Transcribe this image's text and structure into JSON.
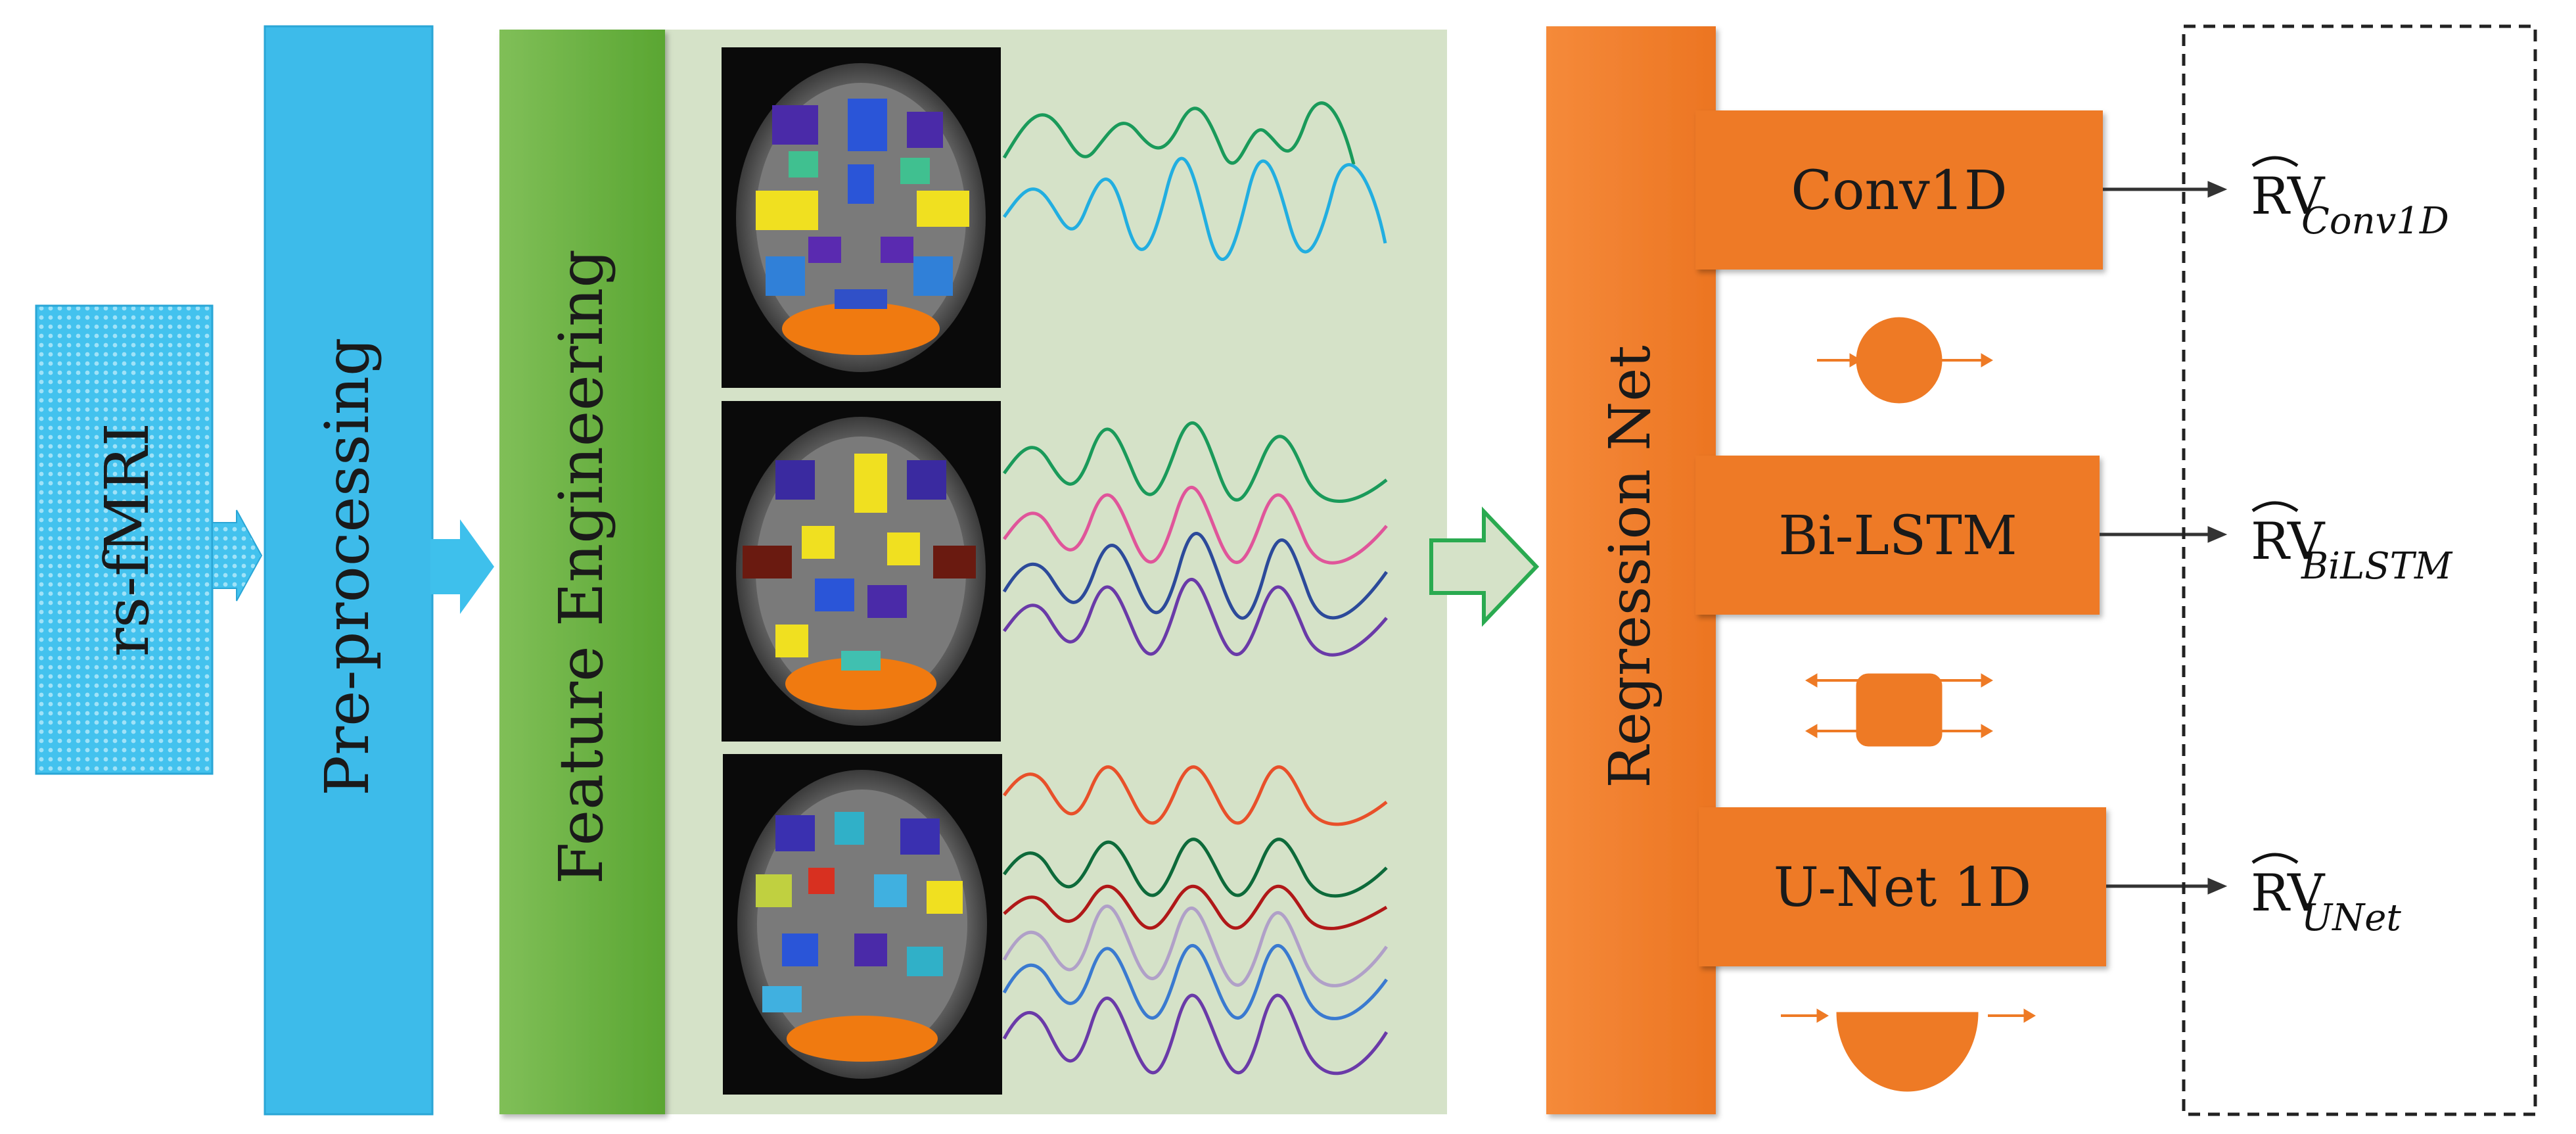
{
  "pipeline": {
    "input_label": "rs-fMRI",
    "preprocessing_label": "Pre-processing",
    "feature_label": "Feature Engineering",
    "regression_label": "Regression Net"
  },
  "models": [
    {
      "label": "Conv1D",
      "output_base": "RV",
      "output_sub": "Conv1D"
    },
    {
      "label": "Bi-LSTM",
      "output_base": "RV",
      "output_sub": "BiLSTM"
    },
    {
      "label": "U-Net 1D",
      "output_base": "RV",
      "output_sub": "UNet"
    }
  ],
  "colors": {
    "input_blue": "#3ec0ec",
    "preprocess_blue": "#3dbbea",
    "feature_green": "#6db33f",
    "panel_green": "#d5e2c8",
    "regression_orange": "#f07f2c",
    "model_orange": "#ee7a25",
    "wave_green": "#1a9a5a",
    "wave_cyan": "#22aee0",
    "wave_pink": "#e0559a",
    "wave_navy": "#2c4a9a",
    "wave_purple": "#6a3aa8",
    "wave_red": "#e8502a",
    "wave_darkgreen": "#0d6a3a",
    "wave_darkred": "#b01818",
    "wave_lavender": "#b0a0c8",
    "wave_blue": "#3a7ad0"
  }
}
